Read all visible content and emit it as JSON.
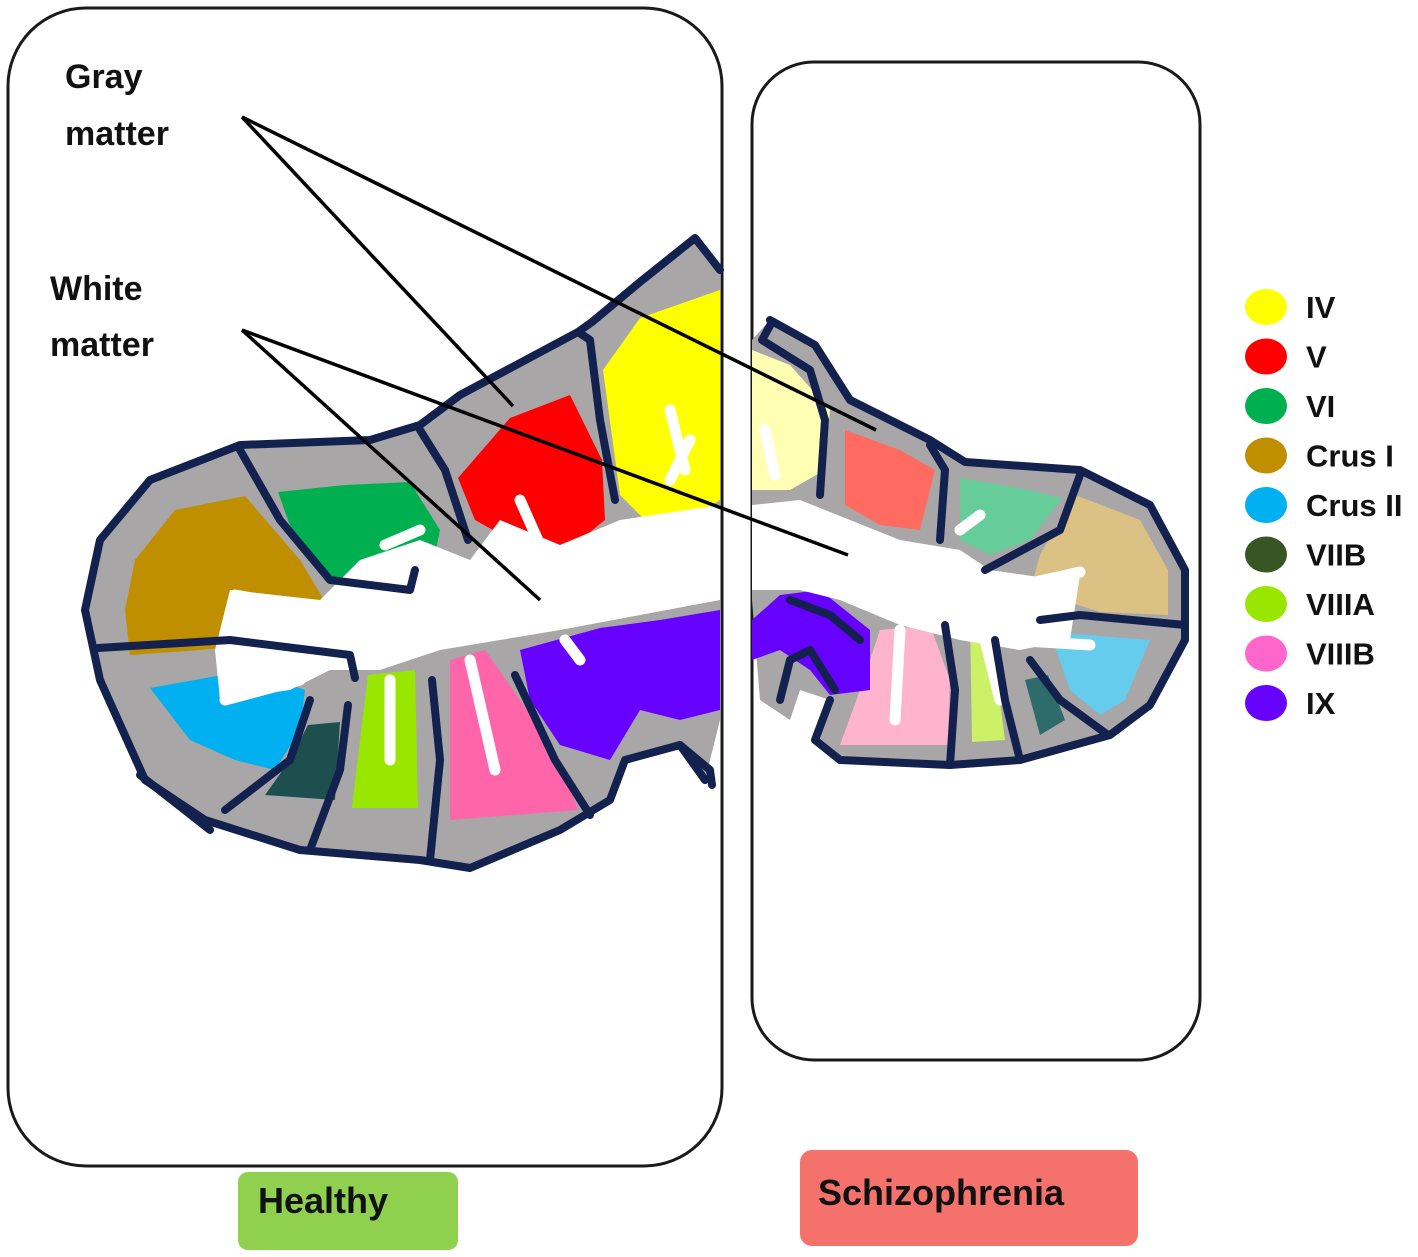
{
  "labels": {
    "gray_matter_line1": "Gray",
    "gray_matter_line2": "matter",
    "white_matter_line1": "White",
    "white_matter_line2": "matter"
  },
  "panels": {
    "healthy": "Healthy",
    "schizophrenia": "Schizophrenia"
  },
  "colors": {
    "healthy_badge": "#8fd14f",
    "schizophrenia_badge": "#f5716b",
    "gray_matter": "#a8a6a7",
    "outline": "#13214f"
  },
  "legend": [
    {
      "label": "IV",
      "color": "#ffff00"
    },
    {
      "label": "V",
      "color": "#ff0000"
    },
    {
      "label": "VI",
      "color": "#00b050"
    },
    {
      "label": "Crus I",
      "color": "#bf8f00"
    },
    {
      "label": "Crus II",
      "color": "#00b0f0"
    },
    {
      "label": "VIIB",
      "color": "#375623"
    },
    {
      "label": "VIIIA",
      "color": "#99e600"
    },
    {
      "label": "VIIIB",
      "color": "#ff66cc"
    },
    {
      "label": "IX",
      "color": "#6600ff"
    }
  ]
}
